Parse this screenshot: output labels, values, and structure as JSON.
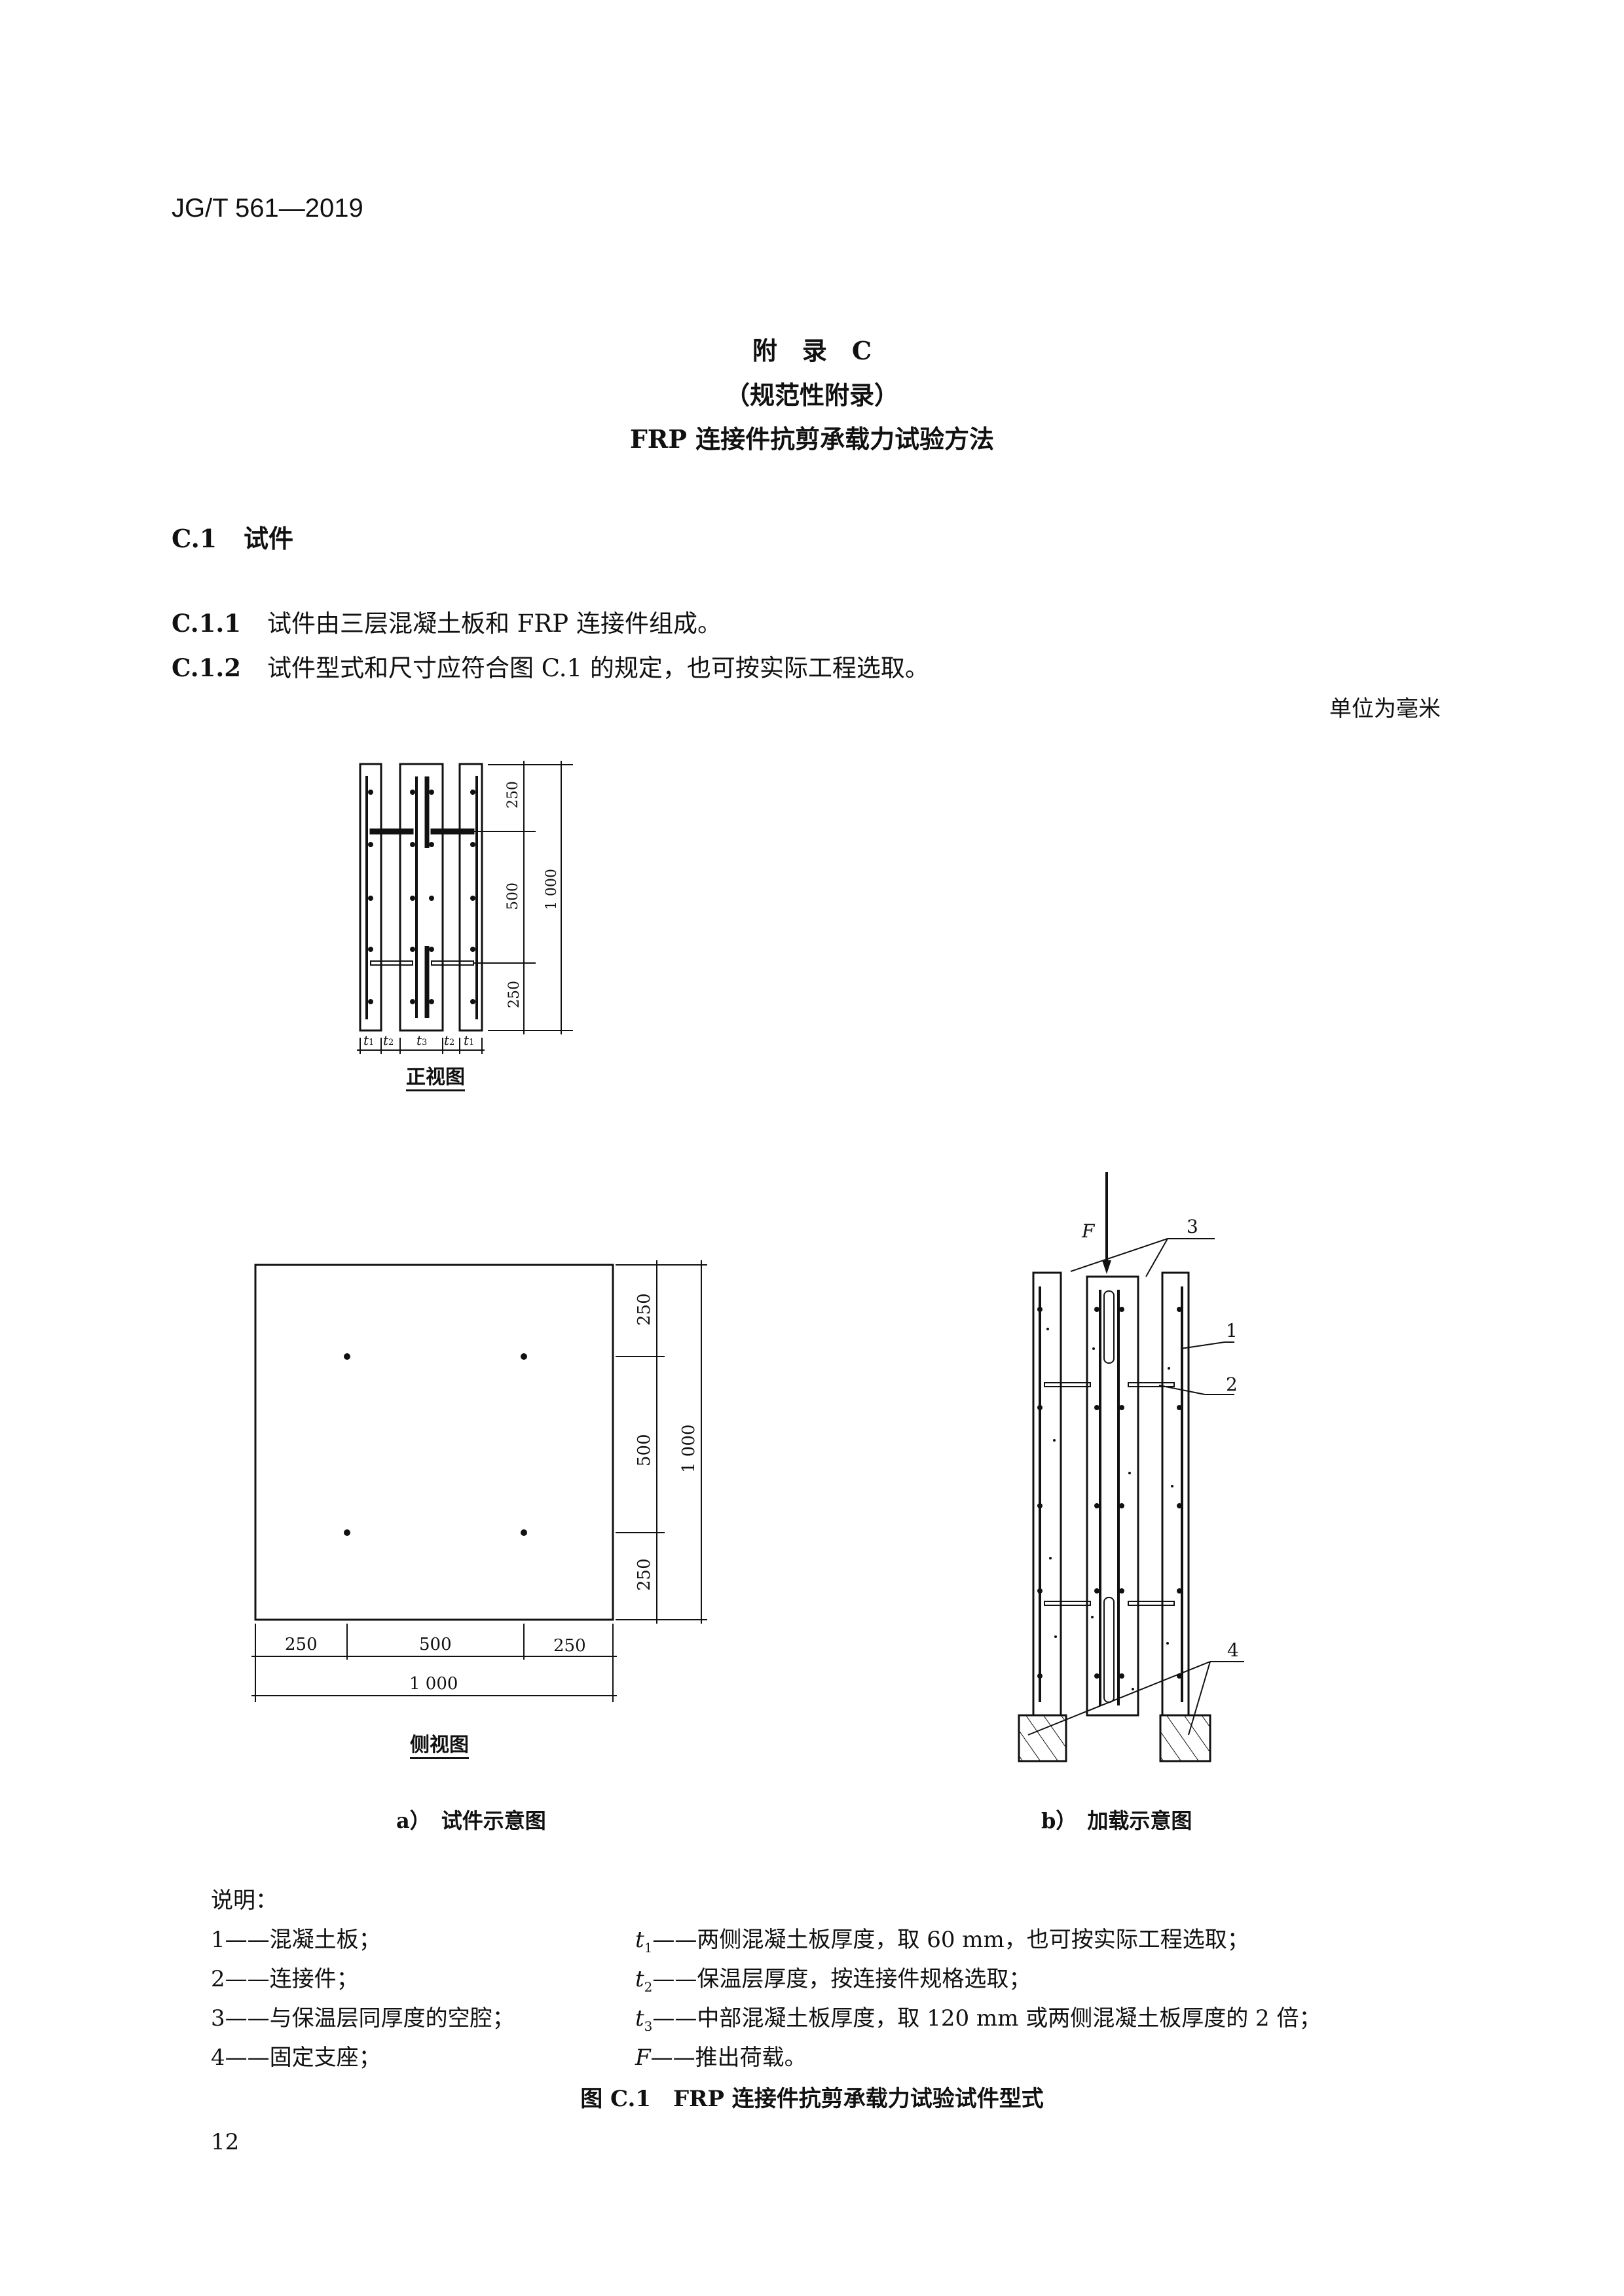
{
  "header": {
    "standard_no": "JG/T 561—2019"
  },
  "appendix": {
    "label": "附　录　C",
    "type": "（规范性附录）",
    "title": "FRP 连接件抗剪承载力试验方法"
  },
  "section": {
    "number": "C.1",
    "title": "试件"
  },
  "clauses": [
    {
      "number": "C.1.1",
      "text": "试件由三层混凝土板和 FRP 连接件组成。"
    },
    {
      "number": "C.1.2",
      "text": "试件型式和尺寸应符合图 C.1 的规定，也可按实际工程选取。"
    }
  ],
  "unit_note": "单位为毫米",
  "figure": {
    "front_view": {
      "label": "正视图",
      "dims_vertical": [
        "250",
        "500",
        "250"
      ],
      "dim_total": "1 000",
      "dims_horizontal": [
        "t1",
        "t2",
        "t3",
        "t2",
        "t1"
      ]
    },
    "side_view": {
      "label": "侧视图",
      "dims_vertical": [
        "250",
        "500",
        "250"
      ],
      "dim_total_vertical": "1 000",
      "dims_horizontal": [
        "250",
        "500",
        "250"
      ],
      "dim_total_horizontal": "1 000"
    },
    "loading": {
      "force_label": "F",
      "callouts": [
        "1",
        "2",
        "3",
        "4"
      ]
    },
    "sub_a": "a）　试件示意图",
    "sub_b": "b）　加载示意图",
    "legend_title": "说明：",
    "legend_left": [
      "1——混凝土板；",
      "2——连接件；",
      "3——与保温层同厚度的空腔；",
      "4——固定支座；"
    ],
    "legend_right": [
      {
        "sym": "t",
        "sub": "1",
        "text": "——两侧混凝土板厚度，取 60 mm，也可按实际工程选取；"
      },
      {
        "sym": "t",
        "sub": "2",
        "text": "——保温层厚度，按连接件规格选取；"
      },
      {
        "sym": "t",
        "sub": "3",
        "text": "——中部混凝土板厚度，取 120 mm 或两侧混凝土板厚度的 2 倍；"
      },
      {
        "sym": "F",
        "sub": "",
        "text": "——推出荷载。"
      }
    ],
    "caption": "图 C.1　FRP 连接件抗剪承载力试验试件型式"
  },
  "page_number": "12"
}
